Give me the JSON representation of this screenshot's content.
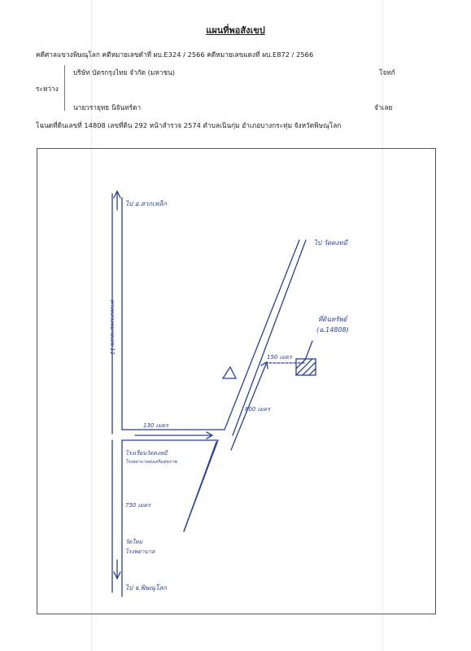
{
  "document": {
    "title": "แผนที่พอสังเขป",
    "case_line": "คดีศาลแขวงพิษณุโลก  คดีหมายเลขดำที่  ผบ.E324 / 2566  คดีหมายเลขแดงที่  ผบ.E872 / 2566",
    "plaintiff_name": "บริษัท บัตรกรุงไทย จำกัด (มหาชน)",
    "plaintiff_role": "โจทก์",
    "between_label": "ระหว่าง",
    "defendant_name": "นายวรายุทธ  นิจันทร์ดา",
    "defendant_role": "จำเลย",
    "title_deed_line": "โฉนดที่ดินเลขที่ 14808 เลขที่ดิน 292 หน้าสำรวจ 2574  ตำบลเนินกุ่ม  อำเภอบางกระทุ่ม  จังหวัดพิษณุโลก"
  },
  "map": {
    "label_top_left": "ไป อ.สากเหล็ก",
    "label_top_right": "ไป วัดดงหมี",
    "main_road_label": "ทางหลวงหมายเลข 11",
    "plot_label_1": "ที่ดินทรัพย์",
    "plot_label_2": "(ฉ.14808)",
    "dist_plot": "150 เมตร",
    "dist_diag": "800 เมตร",
    "dist_junction": "130 เมตร",
    "school_label_1": "โรงเรียนวัดดงหมี",
    "school_label_2": "โรงพยาบาลส่งเสริมสุขภาพ",
    "dist_left": "750 เมตร",
    "temple_label_1": "วัดใหม่",
    "temple_label_2": "โรงพยาบาล",
    "label_bottom": "ไป จ.พิษณุโลก",
    "ink_color": "#2a3f9a"
  }
}
